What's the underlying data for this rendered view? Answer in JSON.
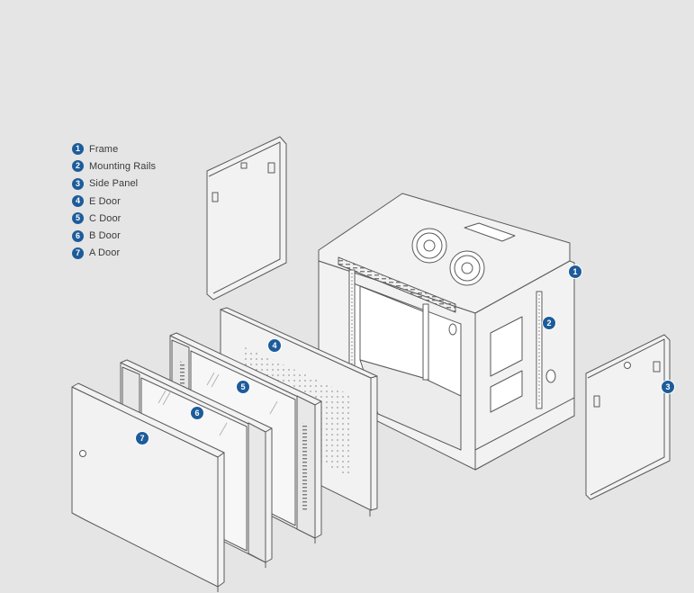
{
  "legend": [
    {
      "num": "1",
      "label": "Frame"
    },
    {
      "num": "2",
      "label": "Mounting Rails"
    },
    {
      "num": "3",
      "label": "Side Panel"
    },
    {
      "num": "4",
      "label": "E Door"
    },
    {
      "num": "5",
      "label": "C Door"
    },
    {
      "num": "6",
      "label": "B Door"
    },
    {
      "num": "7",
      "label": "A Door"
    }
  ],
  "callouts": [
    "1",
    "2",
    "3",
    "4",
    "5",
    "6",
    "7"
  ],
  "colors": {
    "background": "#e5e5e5",
    "line": "#5a5a5a",
    "panel_fill": "#f2f2f2",
    "badge": "#1d5c9b"
  }
}
